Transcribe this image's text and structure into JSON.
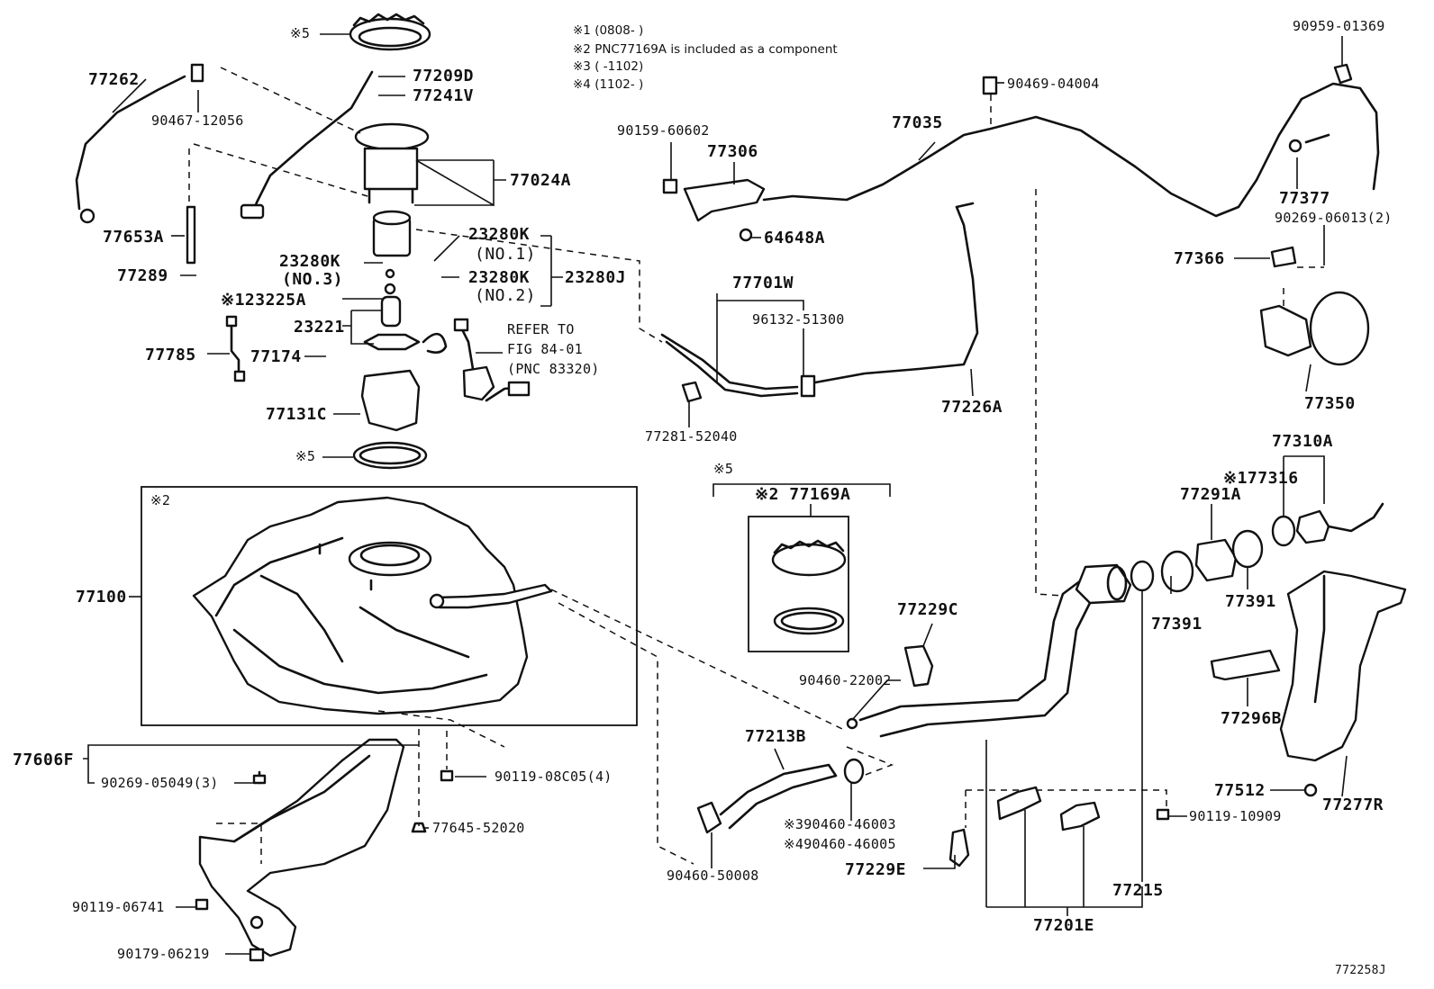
{
  "notes": {
    "n1": "※1 (0808-      )",
    "n2": "※2 PNC77169A is included as a component",
    "n3": "※3 (      -1102)",
    "n4": "※4 (1102-      )"
  },
  "labels": {
    "l_mark5_top": "※5",
    "l_77262": "77262",
    "l_77209D": "77209D",
    "l_77241V": "77241V",
    "l_90467": "90467-12056",
    "l_77024A": "77024A",
    "l_77653A": "77653A",
    "l_23280K_no1": "23280K",
    "l_no1": "(NO.1)",
    "l_23280K_no3": "23280K",
    "l_no3": "(NO.3)",
    "l_77289": "77289",
    "l_23280K_no2": "23280K",
    "l_no2": "(NO.2)",
    "l_23280J": "23280J",
    "l_23225A": "※123225A",
    "l_23221": "23221",
    "l_77785": "77785",
    "l_77174": "77174",
    "l_refer1": "REFER TO",
    "l_refer2": "FIG 84-01",
    "l_refer3": "(PNC 83320)",
    "l_77131C": "77131C",
    "l_mark5_ring": "※5",
    "l_90159": "90159-60602",
    "l_77306": "77306",
    "l_77035": "77035",
    "l_90469": "90469-04004",
    "l_90959": "90959-01369",
    "l_77377": "77377",
    "l_90269_06013": "90269-06013(2)",
    "l_64648A": "64648A",
    "l_77366": "77366",
    "l_77701W": "77701W",
    "l_96132": "96132-51300",
    "l_77350": "77350",
    "l_77226A": "77226A",
    "l_77281": "77281-52040",
    "l_77310A": "77310A",
    "l_mark5_kit": "※5",
    "l_77169A": "※2 77169A",
    "l_77316": "※177316",
    "l_77291A": "77291A",
    "l_mark2_tank": "※2",
    "l_77100": "77100",
    "l_77229C": "77229C",
    "l_77391a": "77391",
    "l_77391b": "77391",
    "l_90460_22002": "90460-22002",
    "l_77296B": "77296B",
    "l_77213B": "77213B",
    "l_77606F": "77606F",
    "l_90269_05049": "90269-05049(3)",
    "l_90119_08C05": "90119-08C05(4)",
    "l_77512": "77512",
    "l_77277R": "77277R",
    "l_77645": "77645-52020",
    "l_90460_46003": "※390460-46003",
    "l_90460_46005": "※490460-46005",
    "l_90119_10909": "90119-10909",
    "l_77229E": "77229E",
    "l_77215": "77215",
    "l_90460_50008": "90460-50008",
    "l_90119_06741": "90119-06741",
    "l_77201E": "77201E",
    "l_90179": "90179-06219",
    "l_figure_id": "772258J"
  }
}
